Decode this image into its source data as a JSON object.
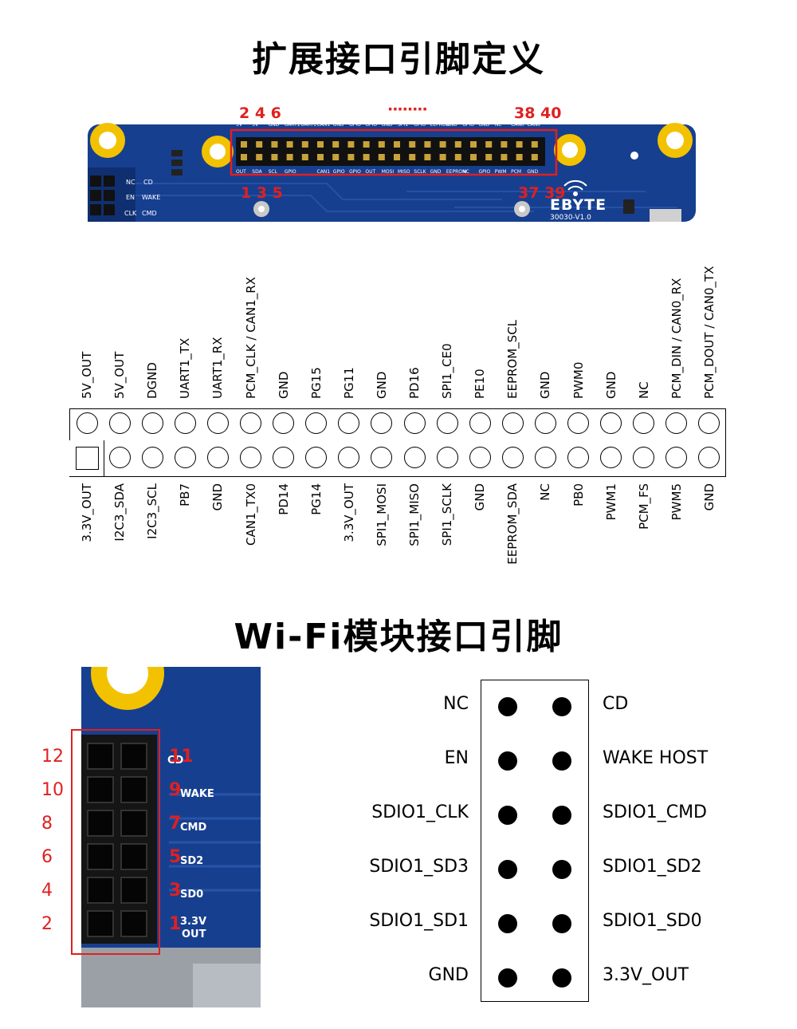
{
  "titles": {
    "ext": "扩展接口引脚定义",
    "wifi": "Wi-Fi模块接口引脚"
  },
  "board_top": {
    "num_even_left": "2 4 6",
    "dots": "········",
    "num_even_right": "38 40",
    "num_odd_left": "1 3 5",
    "num_odd_right": "37 39",
    "brand": "EBYTE",
    "model": "30030-V1.0",
    "silk_top": [
      "5V",
      "5V",
      "GND",
      "UART1",
      "UART1",
      "CAN1",
      "GND",
      "GPIO",
      "GPIO",
      "GND",
      "SPI1",
      "GPIO",
      "EEPROM",
      "GND",
      "GPIO",
      "GND",
      "NC",
      "CAN0",
      "CAN0"
    ],
    "silk_bot": [
      "OUT",
      "SDA",
      "SCL",
      "GPIO",
      "",
      "CAN1",
      "GPIO",
      "GPIO",
      "OUT",
      "MOSI",
      "MISO",
      "SCLK",
      "GND",
      "EEPROM",
      "NC",
      "GPIO",
      "PWM",
      "PCM",
      "GND"
    ],
    "wifi_silk": [
      "NC",
      "CD",
      "EN",
      "WAKE",
      "CLK",
      "CMD"
    ]
  },
  "header_top_labels": [
    "5V_OUT",
    "5V_OUT",
    "DGND",
    "UART1_TX",
    "UART1_RX",
    "PCM_CLK / CAN1_RX",
    "GND",
    "PG15",
    "PG11",
    "GND",
    "PD16",
    "SPI1_CE0",
    "PE10",
    "EEPROM_SCL",
    "GND",
    "PWM0",
    "GND",
    "NC",
    "PCM_DIN / CAN0_RX",
    "PCM_DOUT / CAN0_TX"
  ],
  "header_bottom_labels": [
    "3.3V_OUT",
    "I2C3_SDA",
    "I2C3_SCL",
    "PB7",
    "GND",
    "CAN1_TX0",
    "PD14",
    "PG14",
    "3.3V_OUT",
    "SPI1_MOSI",
    "SPI1_MISO",
    "SPI1_SCLK",
    "GND",
    "EEPROM_SDA",
    "NC",
    "PB0",
    "PWM1",
    "PCM_FS",
    "PWM5",
    "GND"
  ],
  "wifi_board": {
    "left_numbers": [
      "12",
      "10",
      "8",
      "6",
      "4",
      "2"
    ],
    "right_numbers": [
      "11",
      "9",
      "7",
      "5",
      "3",
      "1"
    ],
    "silk": [
      "CD",
      "WAKE",
      "CMD",
      "SD2",
      "SD0",
      "3.3V",
      "OUT"
    ]
  },
  "wifi_left_labels": [
    "NC",
    "EN",
    "SDIO1_CLK",
    "SDIO1_SD3",
    "SDIO1_SD1",
    "GND"
  ],
  "wifi_right_labels": [
    "CD",
    "WAKE HOST",
    "SDIO1_CMD",
    "SDIO1_SD2",
    "SDIO1_SD0",
    "3.3V_OUT"
  ],
  "colors": {
    "pcb": "#173f8f",
    "pcb_dark": "#0f2f70",
    "gold": "#f2c200",
    "highlight": "#e02020"
  }
}
